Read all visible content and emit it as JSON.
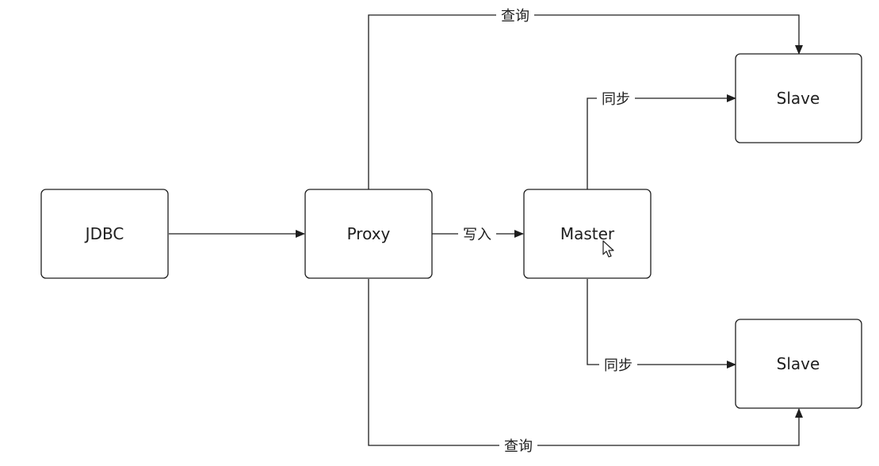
{
  "nodes": {
    "jdbc": "JDBC",
    "proxy": "Proxy",
    "master": "Master",
    "slave_top": "Slave",
    "slave_bottom": "Slave"
  },
  "edges": {
    "proxy_to_master": "写入",
    "master_to_slave_top": "同步",
    "master_to_slave_bottom": "同步",
    "proxy_to_slave_top": "查询",
    "proxy_to_slave_bottom": "查询"
  },
  "colors": {
    "stroke": "#1e1e1e",
    "background": "#ffffff"
  }
}
